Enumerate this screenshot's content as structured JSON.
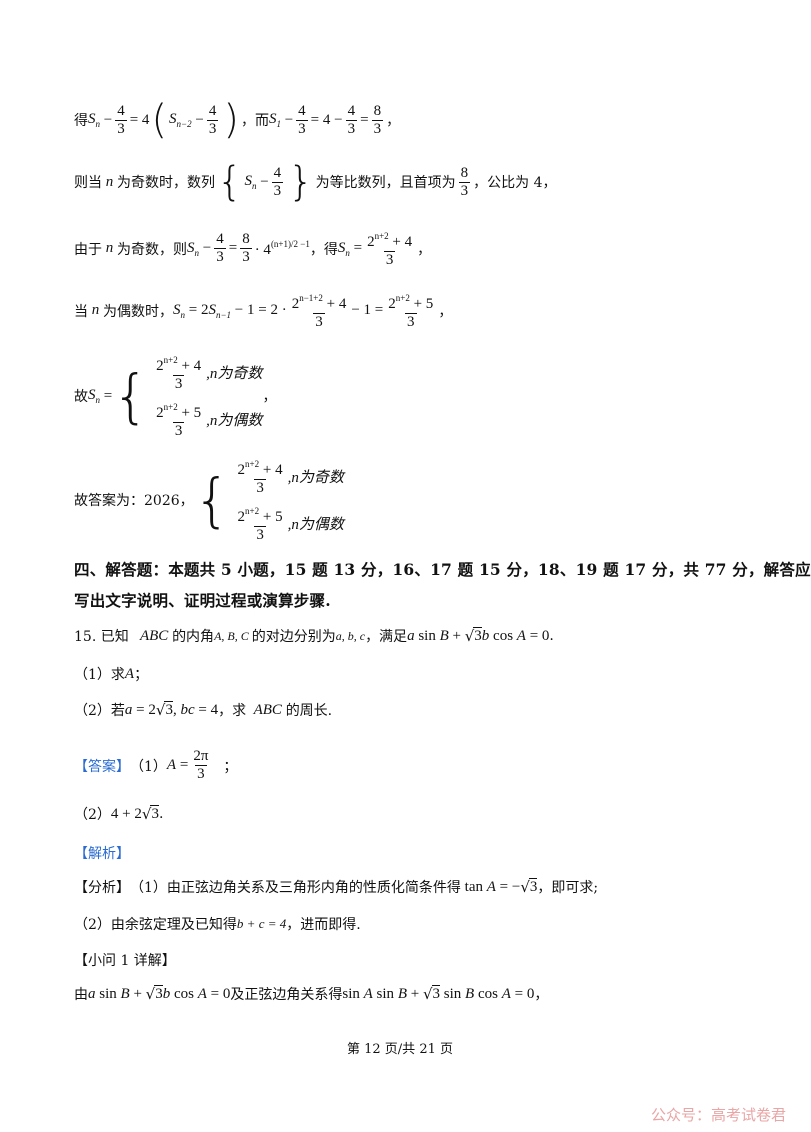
{
  "lines": {
    "l1_pre": "得",
    "l1_mid": "，而",
    "l1_end": "，",
    "l2_pre": "则当",
    "l2_a": "为奇数时，数列",
    "l2_b": "为等比数列，且首项为",
    "l2_c": "，公比为 4，",
    "l3_pre": "由于",
    "l3_a": "为奇数，则",
    "l3_b": "，得",
    "l3_end": "，",
    "l4_pre": "当",
    "l4_a": "为偶数时，",
    "l4_end": "，",
    "l5_pre": "故",
    "l5_end": "，",
    "l6_pre": "故答案为：2026，",
    "odd_label": ",n为奇数",
    "even_label": ",n为偶数"
  },
  "section": {
    "heading_line1": "四、解答题：本题共 5 小题，15 题 13 分，16、17 题 15 分，18、19 题 17 分，共 77 分，解答应",
    "heading_line2": "写出文字说明、证明过程或演算步骤."
  },
  "q15": {
    "stem_a": "15. 已知",
    "stem_b": "的内角",
    "stem_c": "的对边分别为",
    "stem_d": "，满足",
    "stem_end": ".",
    "p1": "（1）求",
    "p1_end": "；",
    "p2": "（2）若",
    "p2_b": "，求",
    "p2_end": "的周长.",
    "answer_tag": "【答案】",
    "ans1": "（1）",
    "ans1_end": "；",
    "ans2": "（2）",
    "ans2_end": ".",
    "analysis_tag": "【解析】",
    "fenxi_tag": "【分析】",
    "fenxi1": "（1）由正弦边角关系及三角形内角的性质化简条件得",
    "fenxi1_end": "，即可求;",
    "fenxi2": "（2）由余弦定理及已知得",
    "fenxi2_end": "，进而即得.",
    "detail_tag": "【小问 1 详解】",
    "detail_pre": "由",
    "detail_mid": "及正弦边角关系得",
    "detail_end": "，"
  },
  "footer": {
    "page": "第 12 页/共 21 页"
  },
  "watermark": "公众号：高考试卷君"
}
